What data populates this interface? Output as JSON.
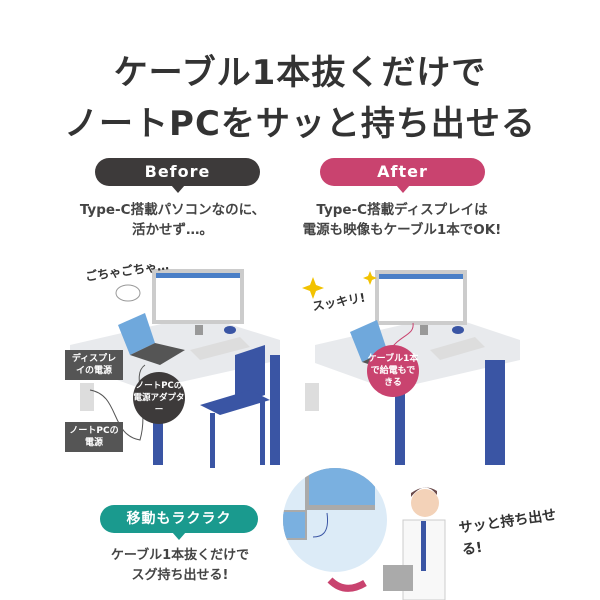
{
  "headline": {
    "line1": "ケーブル1本抜くだけで",
    "line2": "ノートPCをサッと持ち出せる"
  },
  "before": {
    "badge": "Before",
    "desc_line1": "Type-C搭載パソコンなのに、",
    "desc_line2": "活かせず…。",
    "mess_label": "ごちゃごちゃ…",
    "label_display_power": "ディスプレイの電源",
    "label_pc_power": "ノートPCの電源",
    "label_adapter": "ノートPCの電源アダプター"
  },
  "after": {
    "badge": "After",
    "desc_line1": "Type-C搭載ディスプレイは",
    "desc_line2": "電源も映像もケーブル1本でOK!",
    "clean_label": "スッキリ!",
    "bubble": "ケーブル1本で給電もできる"
  },
  "mobile": {
    "badge": "移動もラクラク",
    "desc_line1": "ケーブル1本抜くだけで",
    "desc_line2": "スグ持ち出せる!",
    "callout": "サッと持ち出せる!"
  },
  "colors": {
    "before": "#3d3a3a",
    "after": "#c9436f",
    "mobile": "#1a9a8e",
    "desk_leg": "#3a55a4"
  }
}
